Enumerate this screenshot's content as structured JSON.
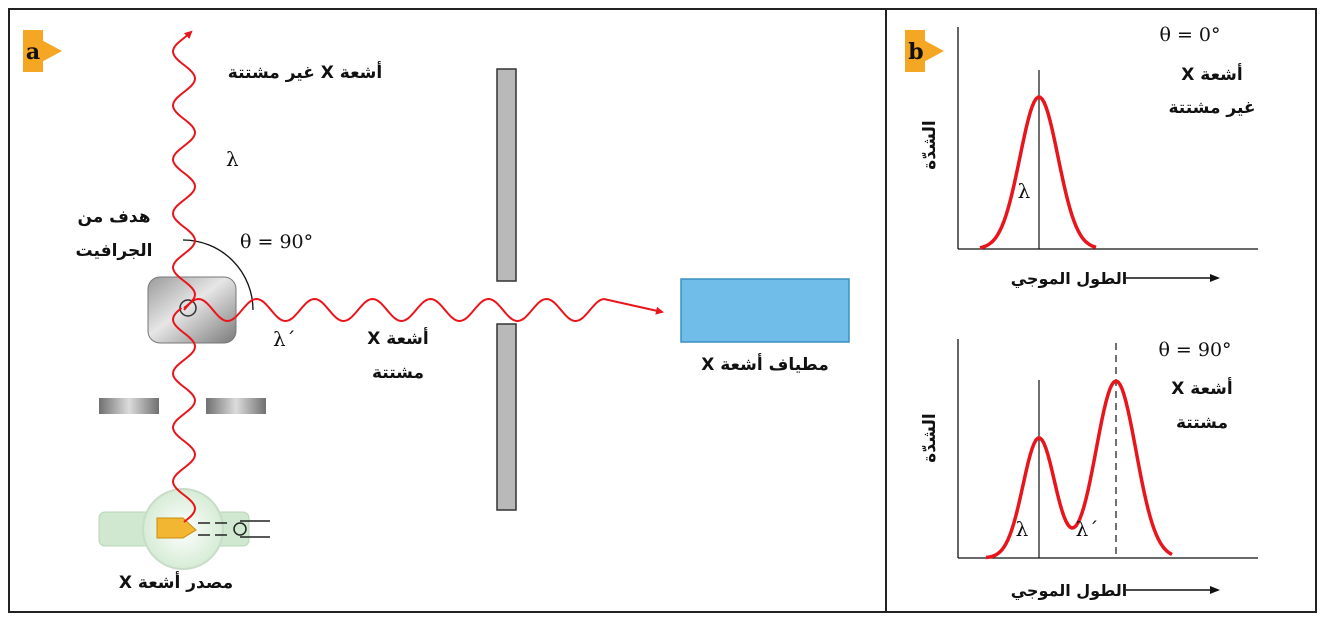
{
  "panel_a": {
    "badge": "a",
    "unscattered_label": "أشعة X غير مشتتة",
    "lambda": "λ",
    "lambda_prime": "λ´",
    "target_label_line1": "هدف من",
    "target_label_line2": "الجرافيت",
    "angle_label": "θ = 90°",
    "scattered_label_line1": "أشعة X",
    "scattered_label_line2": "مشتتة",
    "spectrometer_label": "مطياف أشعة X",
    "source_label": "مصدر أشعة X"
  },
  "panel_b": {
    "badge": "b",
    "top_graph": {
      "angle_label": "θ = 0°",
      "label_line1": "أشعة X",
      "label_line2": "غير مشتتة",
      "ylabel": "الشدّة",
      "xlabel": "الطول الموجي",
      "peak_label": "λ"
    },
    "bottom_graph": {
      "angle_label": "θ = 90°",
      "label_line1": "أشعة X",
      "label_line2": "مشتتة",
      "ylabel": "الشدّة",
      "xlabel": "الطول الموجي",
      "peak1_label": "λ",
      "peak2_label": "λ´"
    }
  },
  "colors": {
    "beam": "#e8161c",
    "badge": "#f5a623",
    "spectrometer": "#6fbde8",
    "slit": "#b9b9b9"
  }
}
